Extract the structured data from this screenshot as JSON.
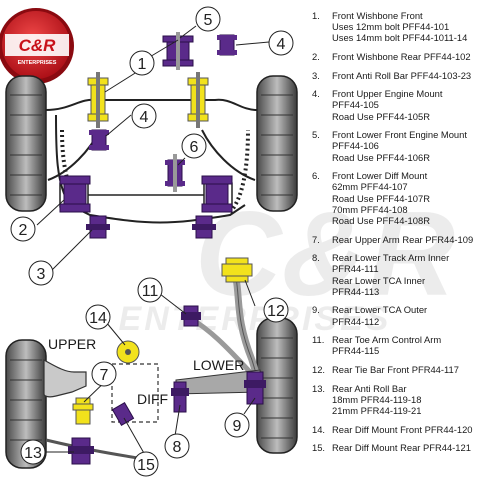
{
  "brand": {
    "logo_text": "C&R",
    "logo_subtext": "ENTERPRISES",
    "watermark_text": "C&R",
    "watermark_subtext": "ENTERPRISES"
  },
  "colors": {
    "bush_purple": "#5a2a8a",
    "bush_yellow": "#f2e21c",
    "logo_red": "#c8121a"
  },
  "labels": {
    "upper": "UPPER",
    "lower": "LOWER",
    "diff": "DIFF"
  },
  "callouts": [
    "1",
    "2",
    "3",
    "4",
    "4",
    "5",
    "6",
    "7",
    "8",
    "9",
    "11",
    "12",
    "13",
    "14",
    "15"
  ],
  "parts": [
    {
      "num": "1.",
      "lines": [
        "Front Wishbone Front",
        "Uses 12mm bolt PFF44-101",
        "Uses 14mm bolt PFF44-1011-14"
      ]
    },
    {
      "num": "2.",
      "lines": [
        "Front Wishbone Rear PFF44-102"
      ]
    },
    {
      "num": "3.",
      "lines": [
        "Front Anti Roll Bar PFF44-103-23"
      ]
    },
    {
      "num": "4.",
      "lines": [
        "Front Upper Engine Mount",
        "PFF44-105",
        "Road Use PFF44-105R"
      ]
    },
    {
      "num": "5.",
      "lines": [
        "Front Lower Front Engine Mount",
        "PFF44-106",
        "Road Use PFF44-106R"
      ]
    },
    {
      "num": "6.",
      "lines": [
        "Front Lower Diff Mount",
        "62mm PFF44-107",
        "Road Use PFF44-107R",
        "70mm PFF44-108",
        "Road Use PFF44-108R"
      ]
    },
    {
      "num": "7.",
      "lines": [
        "Rear Upper Arm Rear PFR44-109"
      ]
    },
    {
      "num": "8.",
      "lines": [
        "Rear Lower Track Arm Inner",
        "PFR44-111",
        "Rear Lower TCA Inner",
        "PFR44-113"
      ]
    },
    {
      "num": "9.",
      "lines": [
        "Rear Lower TCA Outer",
        "PFR44-112"
      ]
    },
    {
      "num": "11.",
      "lines": [
        "Rear Toe Arm Control Arm",
        "PFR44-115"
      ]
    },
    {
      "num": "12.",
      "lines": [
        "Rear Tie Bar Front PFR44-117"
      ]
    },
    {
      "num": "13.",
      "lines": [
        "Rear Anti Roll Bar",
        "18mm PFR44-119-18",
        "21mm PFR44-119-21"
      ]
    },
    {
      "num": "14.",
      "lines": [
        "Rear Diff Mount Front PFR44-120"
      ]
    },
    {
      "num": "15.",
      "lines": [
        "Rear Diff Mount Rear PFR44-121"
      ]
    }
  ]
}
